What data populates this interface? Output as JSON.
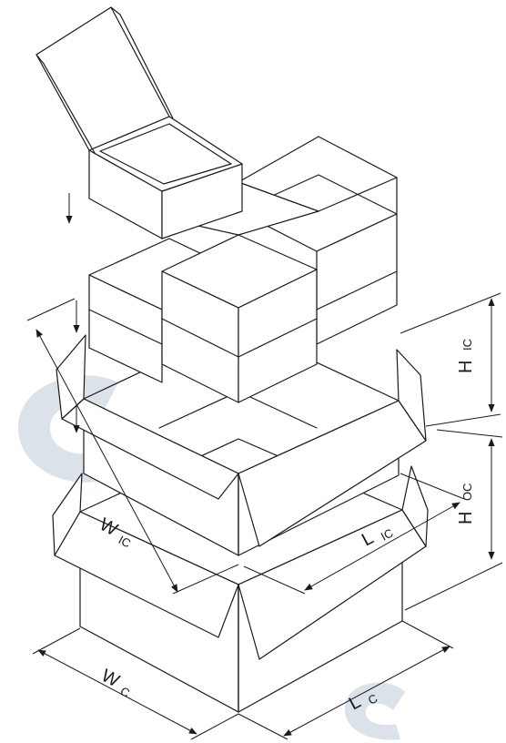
{
  "labels": {
    "h_ic": {
      "main": "H",
      "sub": "IC"
    },
    "h_oc": {
      "main": "H",
      "sub": "OC"
    },
    "w_ic": {
      "main": "W",
      "sub": "IC"
    },
    "l_ic": {
      "main": "L",
      "sub": "IC"
    },
    "w_c": {
      "main": "W",
      "sub": "C"
    },
    "l_c": {
      "main": "L",
      "sub": "C"
    }
  },
  "colors": {
    "line": "#1a1a1a",
    "watermark": "#dbe2ea",
    "background": "#ffffff"
  }
}
